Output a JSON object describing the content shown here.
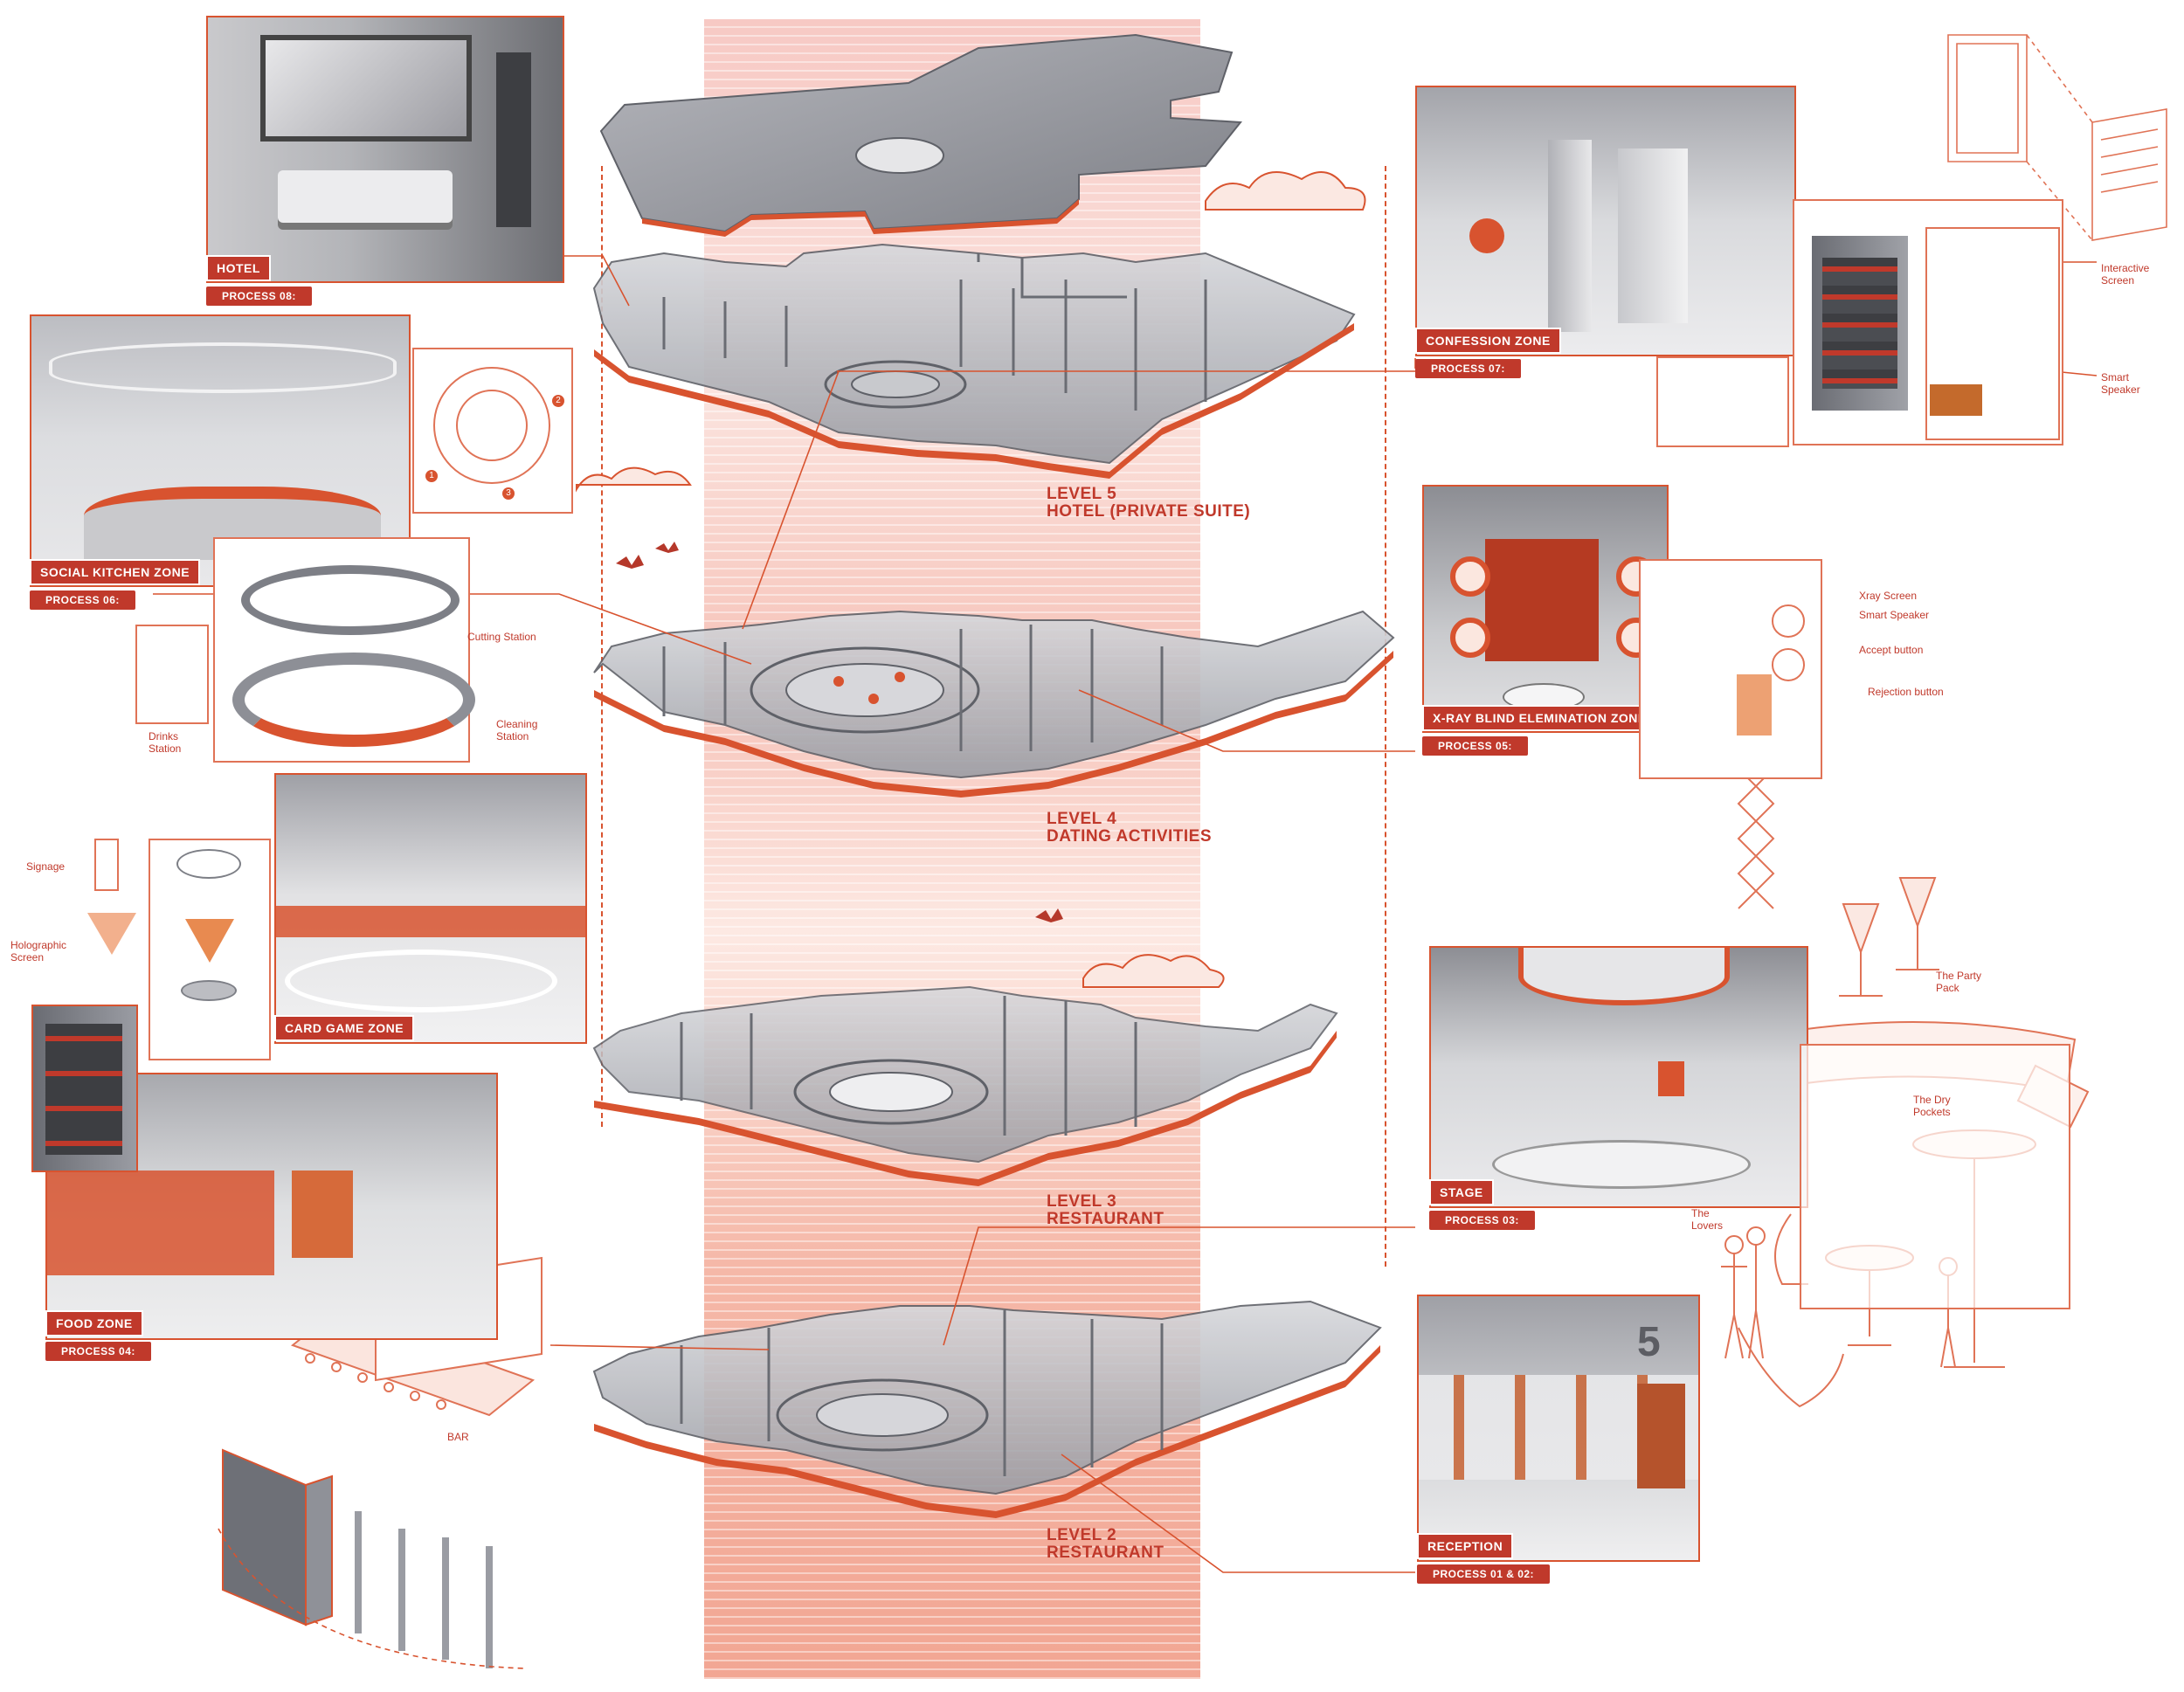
{
  "levels": {
    "level5": {
      "title": "LEVEL 5",
      "subtitle": "HOTEL (PRIVATE SUITE)"
    },
    "level4": {
      "title": "LEVEL 4",
      "subtitle": "DATING ACTIVITIES"
    },
    "level3": {
      "title": "LEVEL 3",
      "subtitle": "RESTAURANT"
    },
    "level2": {
      "title": "LEVEL 2",
      "subtitle": "RESTAURANT"
    }
  },
  "zones": {
    "hotel": "HOTEL",
    "social_kitchen": "SOCIAL KITCHEN ZONE",
    "card_game": "CARD GAME ZONE",
    "food": "FOOD ZONE",
    "confession": "CONFESSION ZONE",
    "xray": "X-RAY BLIND ELEMINATION ZONE",
    "stage": "STAGE",
    "reception": "RECEPTION"
  },
  "processes": {
    "p08": "PROCESS 08:",
    "p06": "PROCESS 06:",
    "p04": "PROCESS 04:",
    "p07": "PROCESS 07:",
    "p05": "PROCESS 05:",
    "p03": "PROCESS 03:",
    "p0102": "PROCESS 01 & 02:"
  },
  "annotations": {
    "cutting_station": "Cutting Station",
    "cleaning_station": "Cleaning Station",
    "drinks_station": "Drinks Station",
    "signage": "Signage",
    "holographic_screen": "Holographic Screen",
    "bar": "BAR",
    "interactive_screen": "Interactive Screen",
    "smart_speaker": "Smart Speaker",
    "xray_screen": "Xray Screen",
    "smart_speaker_2": "Smart Speaker",
    "accept_button": "Accept button",
    "rejection_button": "Rejection button",
    "party_pack": "The Party Pack",
    "dry_pockets": "The Dry Pockets",
    "lovers": "The Lovers",
    "number_1": "1",
    "number_2": "2",
    "number_3": "3",
    "reception_sign": "5"
  },
  "colors": {
    "accent": "#c0392b",
    "line": "#d8532f",
    "column_top": "#f7c9c4",
    "column_bottom": "#f2a693",
    "floor_grey": "#8e8f96"
  }
}
